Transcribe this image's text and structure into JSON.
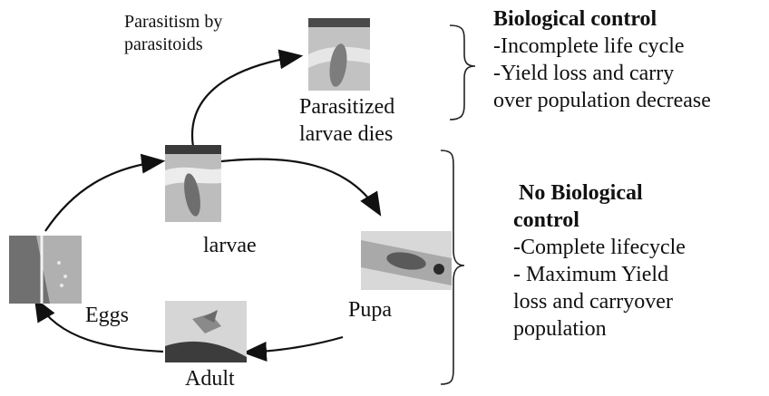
{
  "labels": {
    "parasitism": [
      "Parasitism by",
      "parasitoids"
    ],
    "parasitized": [
      "Parasitized",
      "larvae dies"
    ],
    "larvae": "larvae",
    "pupa": "Pupa",
    "eggs": "Eggs",
    "adult": "Adult"
  },
  "biological_control": {
    "title": "Biological control",
    "lines": [
      "-Incomplete life cycle",
      "-Yield loss and carry",
      "over population decrease"
    ]
  },
  "no_biological_control": {
    "title": [
      "No Biological",
      "control"
    ],
    "lines": [
      "-Complete lifecycle",
      "- Maximum Yield",
      "loss and carryover",
      "population"
    ]
  },
  "photos": {
    "parasitized_larva": "parasitized-larva-photo",
    "larva": "larva-photo",
    "pupa": "pupa-photo",
    "eggs": "eggs-photo",
    "adult": "adult-photo"
  }
}
